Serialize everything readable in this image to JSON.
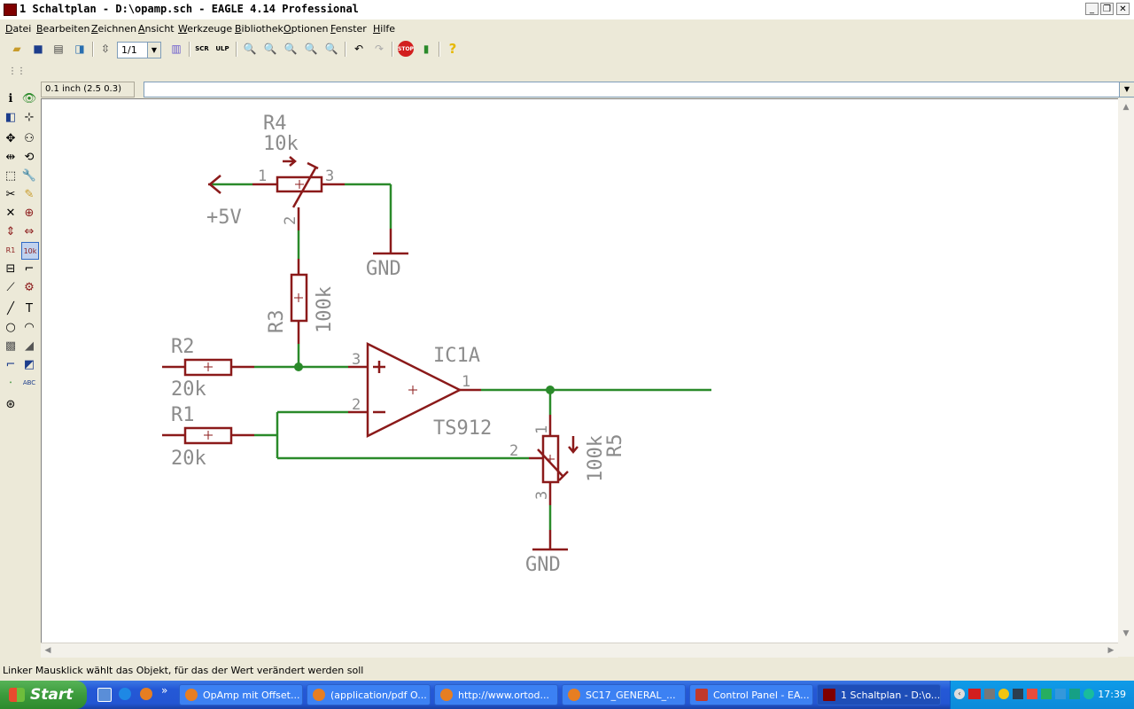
{
  "window": {
    "title": "1 Schaltplan - D:\\opamp.sch - EAGLE 4.14 Professional"
  },
  "menu": [
    "Datei",
    "Bearbeiten",
    "Zeichnen",
    "Ansicht",
    "Werkzeuge",
    "Bibliothek",
    "Optionen",
    "Fenster",
    "Hilfe"
  ],
  "toolbar": {
    "sheet_value": "1/1",
    "stop_label": "STOP",
    "scr_label": "SCR",
    "ulp_label": "ULP"
  },
  "coordinates": {
    "value": "0.1 inch (2.5 0.3)"
  },
  "schematic": {
    "r4": {
      "name": "R4",
      "value": "10k",
      "pin1": "1",
      "pin2": "2",
      "pin3": "3"
    },
    "supply": {
      "label": "+5V"
    },
    "gnd1": {
      "label": "GND"
    },
    "r3": {
      "name": "R3",
      "value": "100k"
    },
    "r2": {
      "name": "R2",
      "value": "20k"
    },
    "r1": {
      "name": "R1",
      "value": "20k"
    },
    "ic": {
      "name": "IC1A",
      "value": "TS912",
      "pin_plus": "3",
      "pin_minus": "2",
      "pin_out": "1"
    },
    "r5": {
      "name": "R5",
      "value": "100k",
      "pin1": "1",
      "pin2": "2",
      "pin3": "3"
    },
    "gnd2": {
      "label": "GND"
    }
  },
  "status": {
    "text": "Linker Mausklick wählt das Objekt, für das der Wert verändert werden soll"
  },
  "taskbar": {
    "start": "Start",
    "tasks": [
      {
        "label": "OpAmp mit Offset..."
      },
      {
        "label": "(application/pdf O..."
      },
      {
        "label": "http://www.ortod..."
      },
      {
        "label": "SC17_GENERAL_..."
      },
      {
        "label": "Control Panel - EA..."
      },
      {
        "label": "1 Schaltplan - D:\\o..."
      }
    ],
    "clock": "17:39"
  },
  "colors": {
    "wire": "#2a8a2a",
    "symbol": "#8b1a1a",
    "text": "#8c8c8c"
  }
}
